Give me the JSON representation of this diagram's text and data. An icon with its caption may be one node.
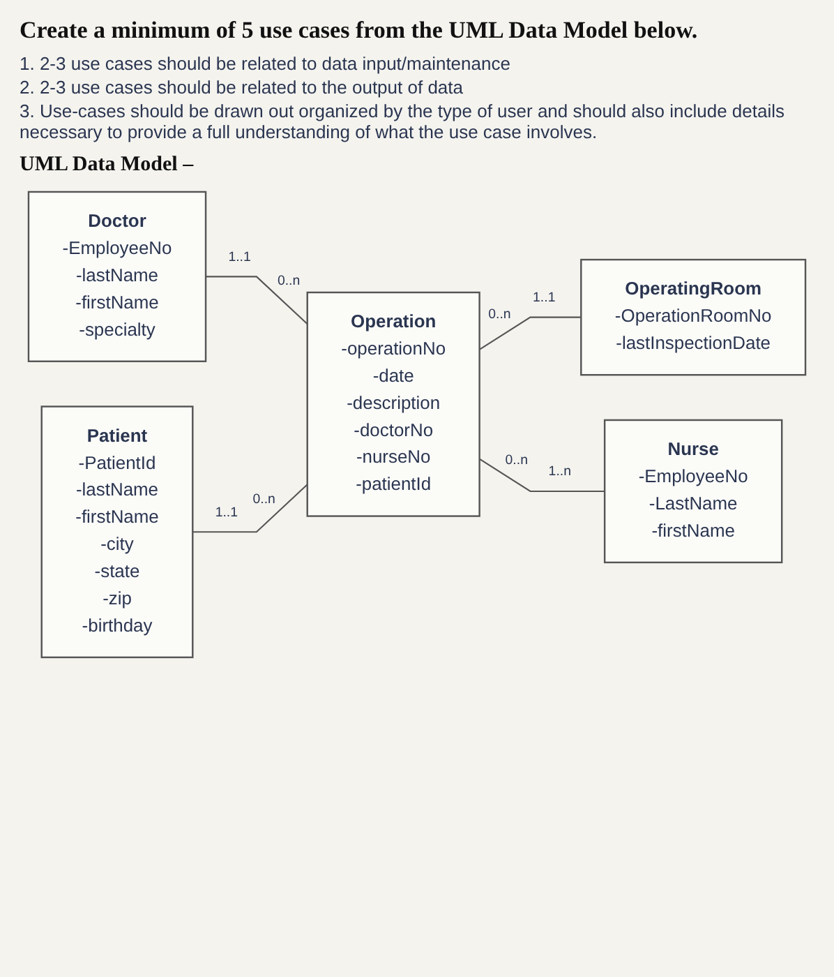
{
  "diagram": {
    "title": "Create a minimum of 5 use cases from the UML Data Model below.",
    "nodes": [
      {
        "text": [
          "Doctor",
          "-EmployeeNo",
          "-lastName",
          "-firstName",
          "-specialty"
        ]
      },
      {
        "text": [
          "Patient",
          "-PatientId",
          "-lastName",
          "-firstName",
          "-city",
          "-state",
          "-zip",
          "-birthday"
        ]
      },
      {
        "text": [
          "Operation",
          "-operationNo",
          "-date",
          "-description",
          "-doctorNo",
          "-nurseNo",
          "-patientId"
        ]
      },
      {
        "text": [
          "OperatingRoom",
          "-OperationRoomNo",
          "-lastInspectionDate"
        ]
      },
      {
        "text": [
          "Nurse",
          "-EmployeeNo",
          "-LastName",
          "-firstName"
        ]
      }
    ],
    "edges": [
      {
        "from": 0,
        "to": 2,
        "arrow": "none"
      },
      {
        "from": 1,
        "to": 2,
        "arrow": "none"
      },
      {
        "from": 2,
        "to": 3,
        "arrow": "none"
      },
      {
        "from": 2,
        "to": 4,
        "arrow": "none"
      }
    ],
    "labels": [
      "1. 2-3 use cases should be related to data input/maintenance",
      "2. 2-3 use cases should be related to the output of data",
      "3. Use-cases should be drawn out organized by the type of user and should also include details necessary to provide a full understanding of what the use case involves.",
      "UML Data Model –",
      "1..1",
      "0..n",
      "1..1",
      "0..n",
      "0..n",
      "1..1",
      "0..n",
      "1..n"
    ]
  }
}
